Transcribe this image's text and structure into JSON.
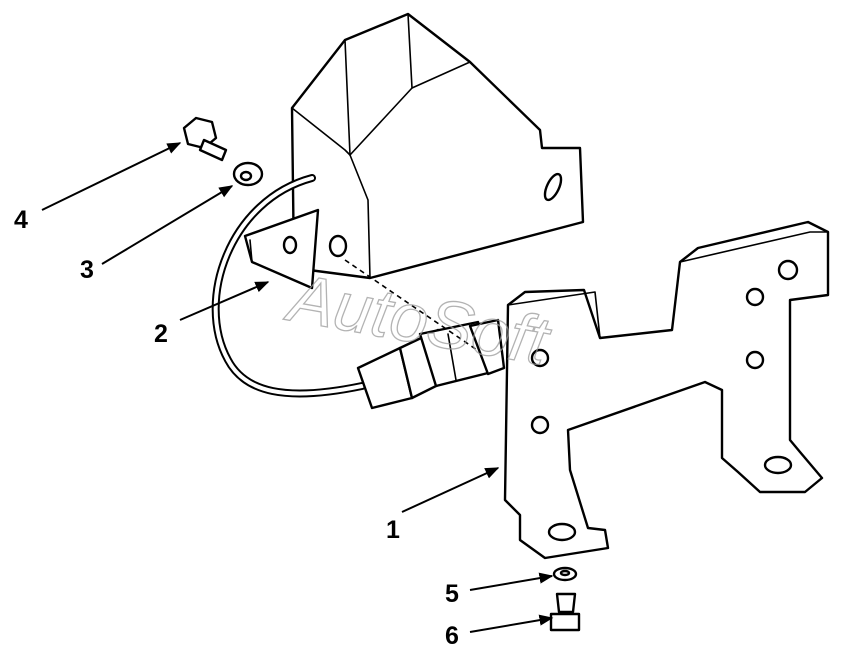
{
  "watermark": "AutoSoft",
  "callouts": [
    {
      "id": 1,
      "label": "1"
    },
    {
      "id": 2,
      "label": "2"
    },
    {
      "id": 3,
      "label": "3"
    },
    {
      "id": 4,
      "label": "4"
    },
    {
      "id": 5,
      "label": "5"
    },
    {
      "id": 6,
      "label": "6"
    }
  ]
}
